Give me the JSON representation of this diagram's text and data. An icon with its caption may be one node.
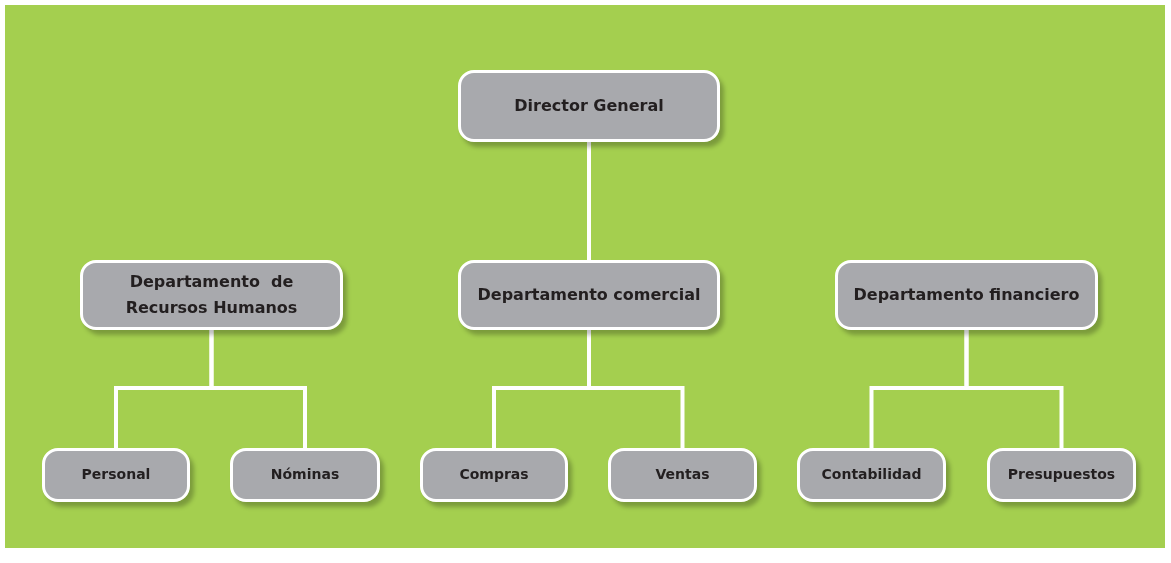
{
  "diagram": {
    "nodes": [
      {
        "text": [
          "Director General"
        ]
      },
      {
        "text": [
          "Departamento  de Recursos Humanos"
        ]
      },
      {
        "text": [
          "Departamento comercial"
        ]
      },
      {
        "text": [
          "Departamento financiero"
        ]
      },
      {
        "text": [
          "Personal"
        ]
      },
      {
        "text": [
          "Nóminas"
        ]
      },
      {
        "text": [
          "Compras"
        ]
      },
      {
        "text": [
          "Ventas"
        ]
      },
      {
        "text": [
          "Contabilidad"
        ]
      },
      {
        "text": [
          "Presupuestos"
        ]
      }
    ],
    "edges": [
      {
        "from": 0,
        "to": 2,
        "arrow": "none"
      },
      {
        "from": 1,
        "to": 4,
        "arrow": "none"
      },
      {
        "from": 1,
        "to": 5,
        "arrow": "none"
      },
      {
        "from": 2,
        "to": 6,
        "arrow": "none"
      },
      {
        "from": 2,
        "to": 7,
        "arrow": "none"
      },
      {
        "from": 3,
        "to": 8,
        "arrow": "none"
      },
      {
        "from": 3,
        "to": 9,
        "arrow": "none"
      }
    ]
  }
}
